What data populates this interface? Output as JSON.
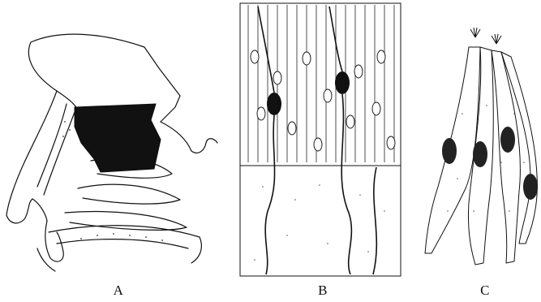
{
  "figure": {
    "panels": [
      {
        "id": "A",
        "label": "A",
        "depicts": "nasal-cavity-section"
      },
      {
        "id": "B",
        "label": "B",
        "depicts": "olfactory-epithelium"
      },
      {
        "id": "C",
        "label": "C",
        "depicts": "isolated-olfactory-cells"
      }
    ],
    "colors": {
      "ink": "#111111",
      "background": "#ffffff"
    }
  }
}
